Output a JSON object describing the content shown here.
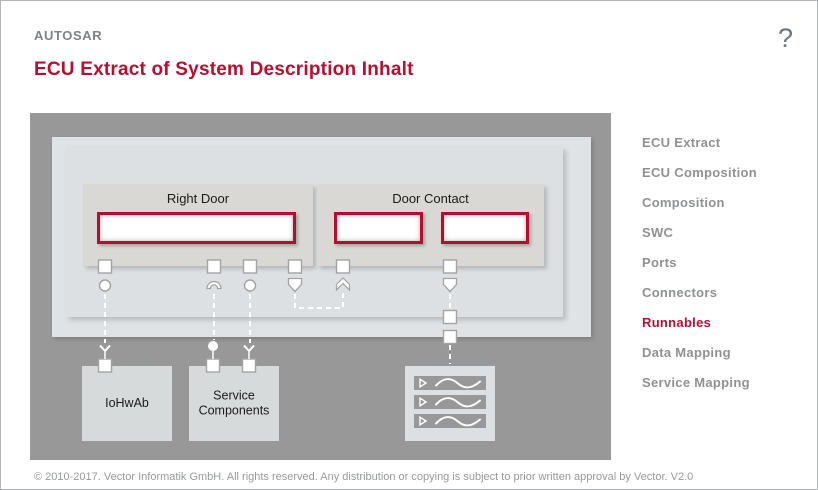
{
  "header": {
    "brand": "AUTOSAR",
    "title": "ECU Extract of System Description Inhalt",
    "help": "?"
  },
  "sidebar": {
    "items": [
      {
        "label": "ECU Extract",
        "active": false
      },
      {
        "label": "ECU Composition",
        "active": false
      },
      {
        "label": "Composition",
        "active": false
      },
      {
        "label": "SWC",
        "active": false
      },
      {
        "label": "Ports",
        "active": false
      },
      {
        "label": "Connectors",
        "active": false
      },
      {
        "label": "Runnables",
        "active": true
      },
      {
        "label": "Data Mapping",
        "active": false
      },
      {
        "label": "Service Mapping",
        "active": false
      }
    ]
  },
  "diagram": {
    "right_door": {
      "title": "Right Door"
    },
    "door_contact": {
      "title": "Door Contact"
    },
    "iohwab": {
      "label": "IoHwAb"
    },
    "service_components": {
      "label": "Service Components"
    }
  },
  "colors": {
    "accent_red": "#b90d31",
    "diagram_bg": "#989898",
    "panel_light": "#e0e3e5",
    "swc_box": "#d9d8d5"
  },
  "footer": {
    "copyright": "© 2010-2017. Vector Informatik GmbH. All rights reserved. Any distribution or copying is subject to prior written approval by Vector. V2.0"
  }
}
